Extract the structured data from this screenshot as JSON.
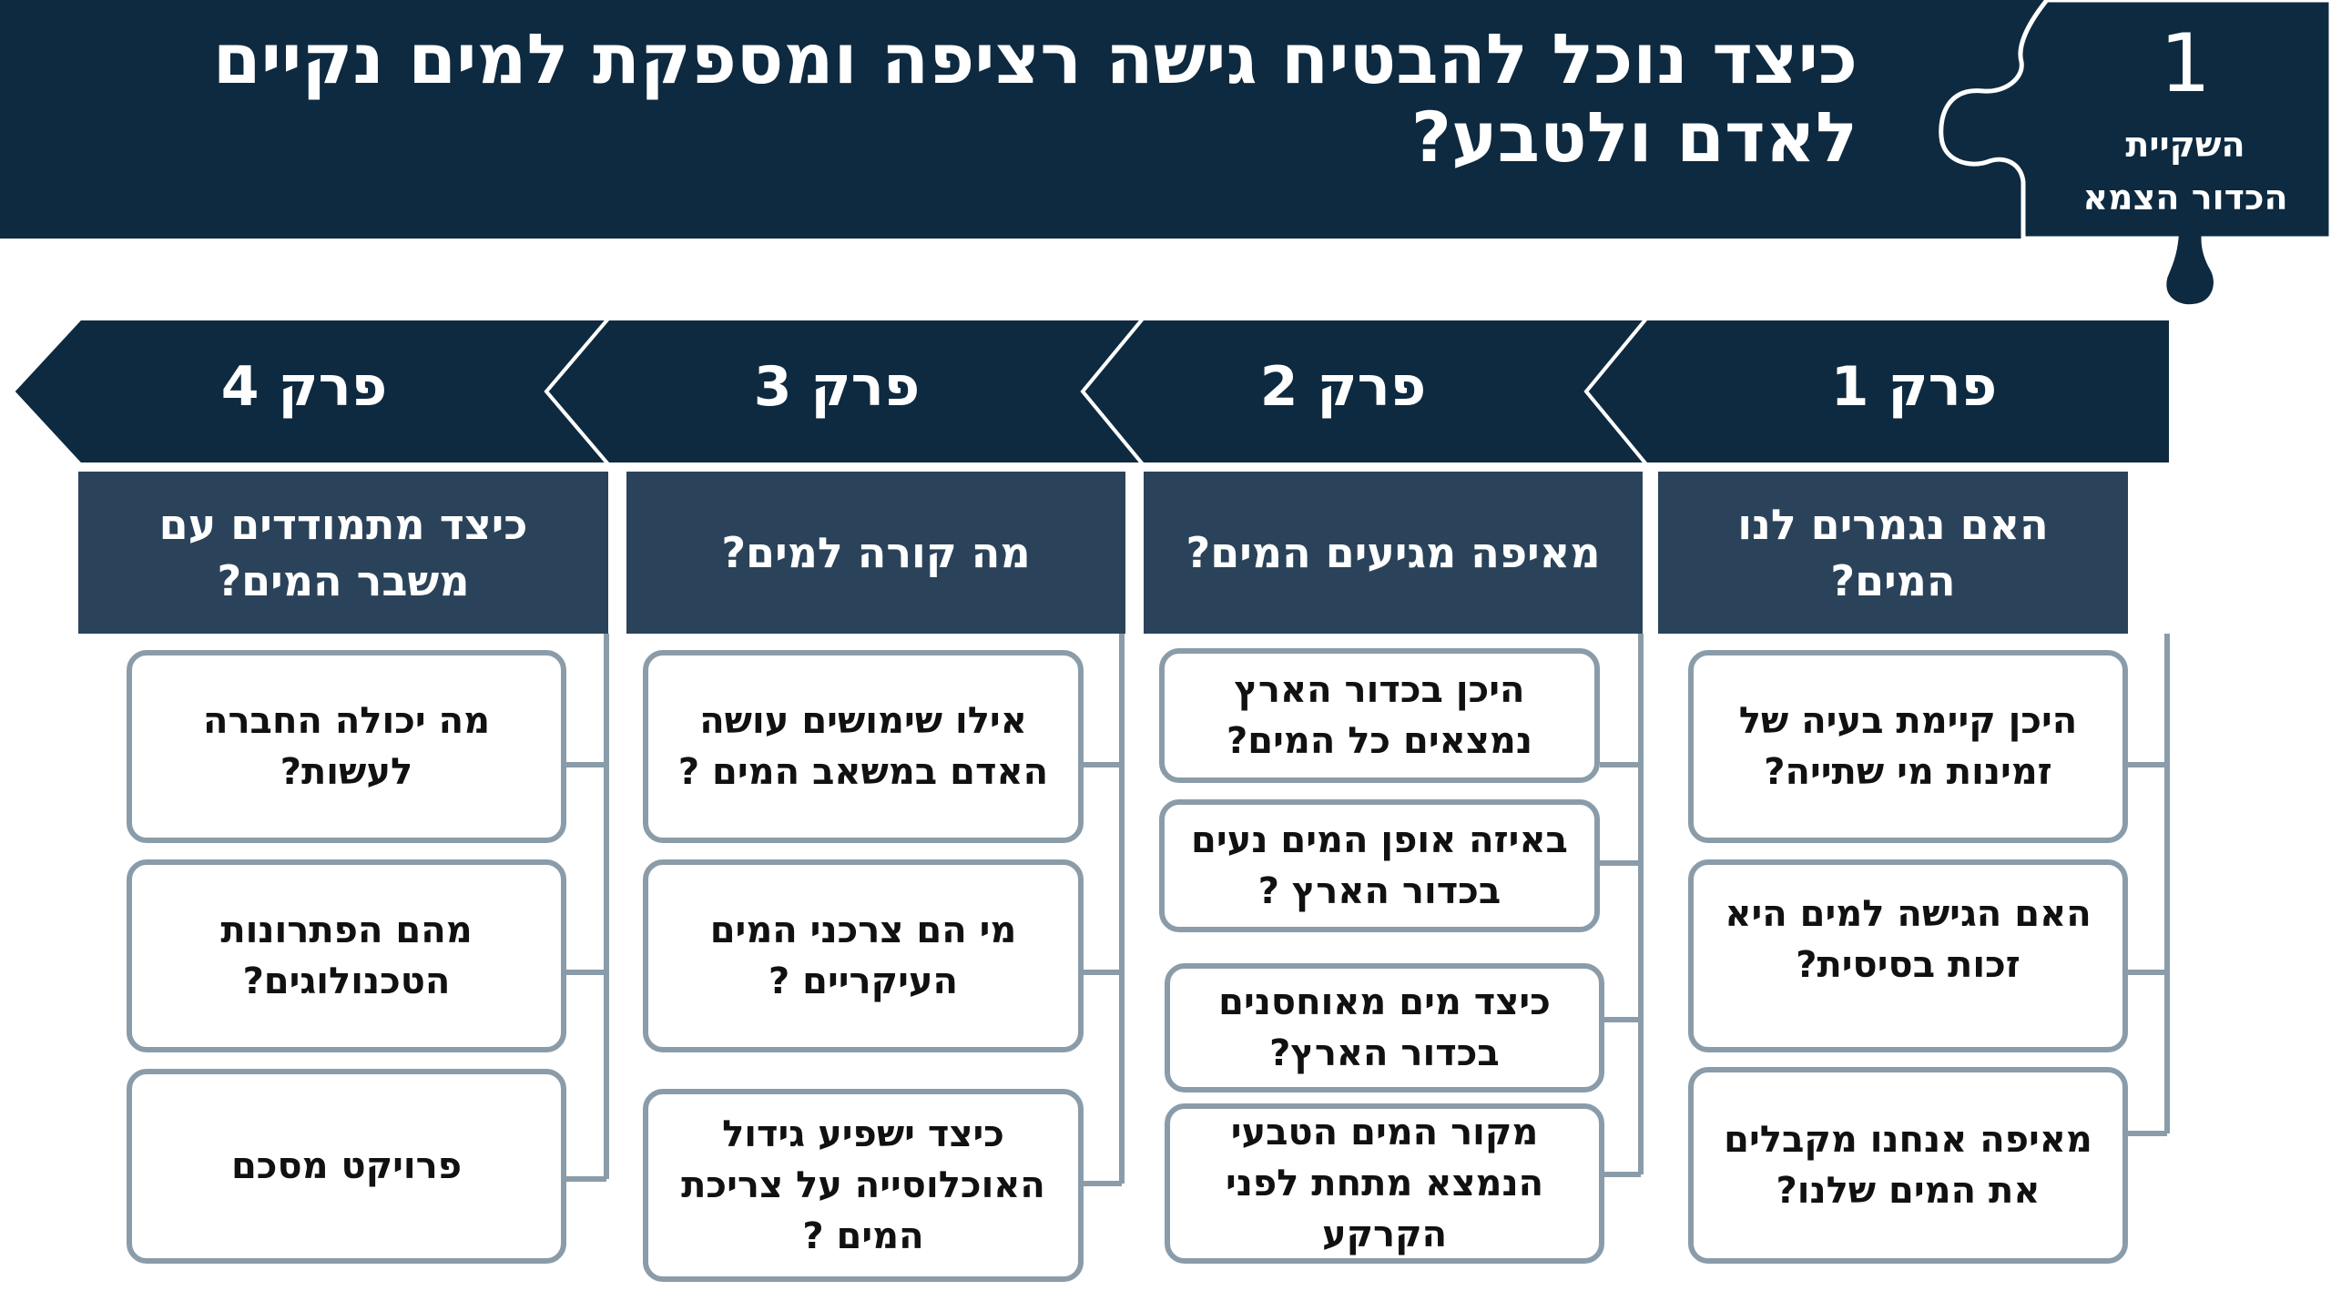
{
  "header": {
    "title_line1": "כיצד נוכל להבטיח גישה רציפה ומספקת למים נקיים",
    "title_line2": "לאדם ולטבע?",
    "unit_number": "1",
    "unit_subtitle_line1": "השקיית",
    "unit_subtitle_line2": "הכדור הצמא",
    "background_color": "#0e2a40",
    "icon": "puzzle-piece-icon"
  },
  "colors": {
    "navy": "#0e2a40",
    "slate": "#2a435a",
    "box_border": "#8a9ca9",
    "connector": "#8a9ca9",
    "white": "#ffffff"
  },
  "chapters": [
    {
      "label": "פרק 1",
      "question_line1": "האם נגמרים לנו המים?",
      "question_line2": "",
      "topics": [
        {
          "line1": "היכן קיימת בעיה של",
          "line2": "זמינות מי שתייה?",
          "line3": ""
        },
        {
          "line1": "האם הגישה למים היא",
          "line2": "זכות בסיסית?",
          "line3": ""
        },
        {
          "line1": "מאיפה אנחנו מקבלים",
          "line2": "את המים שלנו?",
          "line3": ""
        }
      ]
    },
    {
      "label": "פרק 2",
      "question_line1": "מאיפה מגיעים המים?",
      "question_line2": "",
      "topics": [
        {
          "line1": "היכן בכדור הארץ",
          "line2": "נמצאים כל המים?",
          "line3": ""
        },
        {
          "line1": "באיזה אופן המים נעים",
          "line2": "בכדור הארץ ?",
          "line3": ""
        },
        {
          "line1": "כיצד מים מאוחסנים",
          "line2": "בכדור הארץ?",
          "line3": ""
        },
        {
          "line1": "מקור המים הטבעי",
          "line2": "הנמצא מתחת לפני",
          "line3": "הקרקע"
        }
      ]
    },
    {
      "label": "פרק 3",
      "question_line1": "מה קורה למים?",
      "question_line2": "",
      "topics": [
        {
          "line1": "אילו שימושים עושה",
          "line2": "האדם במשאב המים ?",
          "line3": ""
        },
        {
          "line1": "מי הם צרכני המים",
          "line2": "העיקריים ?",
          "line3": ""
        },
        {
          "line1": "כיצד ישפיע גידול",
          "line2": "האוכלוסייה על צריכת",
          "line3": "המים ?"
        }
      ]
    },
    {
      "label": "פרק 4",
      "question_line1": "כיצד מתמודדים עם",
      "question_line2": "משבר המים?",
      "topics": [
        {
          "line1": "מה יכולה החברה",
          "line2": "לעשות?",
          "line3": ""
        },
        {
          "line1": "מהם הפתרונות",
          "line2": "הטכנולוגים?",
          "line3": ""
        },
        {
          "line1": "פרויקט מסכם",
          "line2": "",
          "line3": ""
        }
      ]
    }
  ]
}
